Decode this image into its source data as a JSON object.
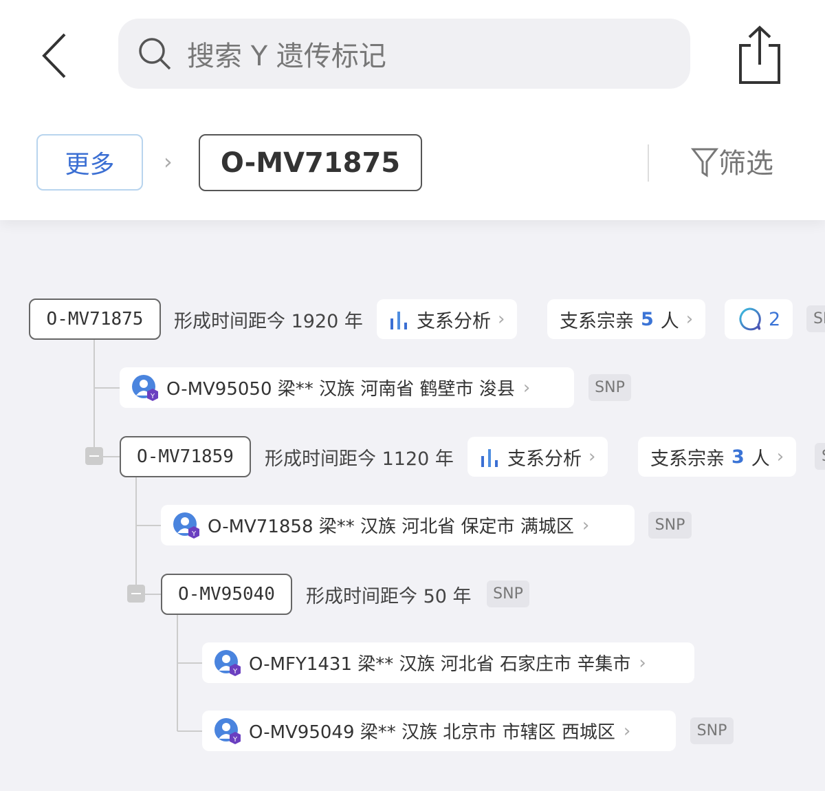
{
  "header": {
    "search_placeholder": "搜索 Y 遗传标记",
    "more": "更多",
    "current": "O-MV71875",
    "filter": "筛选"
  },
  "colors": {
    "accent": "#3b74d6",
    "background": "#f2f2f6"
  },
  "tree": {
    "n1": {
      "id": "O-MV71875",
      "age": "形成时间距今 1920 年",
      "analysis": "支系分析",
      "kin_pre": "支系宗亲",
      "kin_count": "5",
      "kin_post": "人",
      "comments": "2",
      "tag": "SNP"
    },
    "s1": {
      "text": "O-MV95050 梁** 汉族 河南省 鹤壁市 浚县",
      "tag": "SNP"
    },
    "n2": {
      "id": "O-MV71859",
      "age": "形成时间距今 1120 年",
      "analysis": "支系分析",
      "kin_pre": "支系宗亲",
      "kin_count": "3",
      "kin_post": "人",
      "tag": "SNP"
    },
    "s2": {
      "text": "O-MV71858 梁** 汉族 河北省 保定市 满城区",
      "tag": "SNP"
    },
    "n3": {
      "id": "O-MV95040",
      "age": "形成时间距今 50 年",
      "tag": "SNP"
    },
    "s3": {
      "text": "O-MFY1431 梁** 汉族 河北省 石家庄市 辛集市"
    },
    "s4": {
      "text": "O-MV95049 梁** 汉族 北京市 市辖区 西城区",
      "tag": "SNP"
    }
  }
}
